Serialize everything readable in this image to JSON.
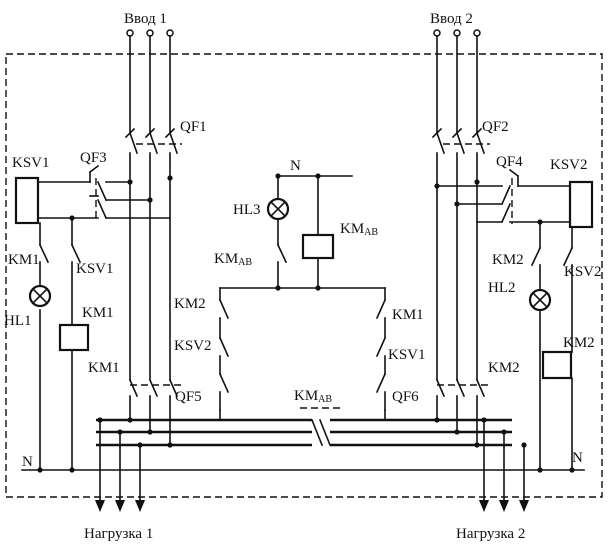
{
  "inputs": {
    "vvod1": "Ввод 1",
    "vvod2": "Ввод 2"
  },
  "loads": {
    "load1": "Нагрузка 1",
    "load2": "Нагрузка 2"
  },
  "breakers": {
    "qf1": "QF1",
    "qf2": "QF2",
    "qf3": "QF3",
    "qf4": "QF4",
    "qf5": "QF5",
    "qf6": "QF6"
  },
  "relays": {
    "ksv1": "KSV1",
    "ksv2": "KSV2"
  },
  "contactors": {
    "km1": "KM1",
    "km2": "KM2",
    "km_main": "KM",
    "km_sub": "АВ"
  },
  "lamps": {
    "hl1": "HL1",
    "hl2": "HL2",
    "hl3": "HL3"
  },
  "neutral": "N"
}
